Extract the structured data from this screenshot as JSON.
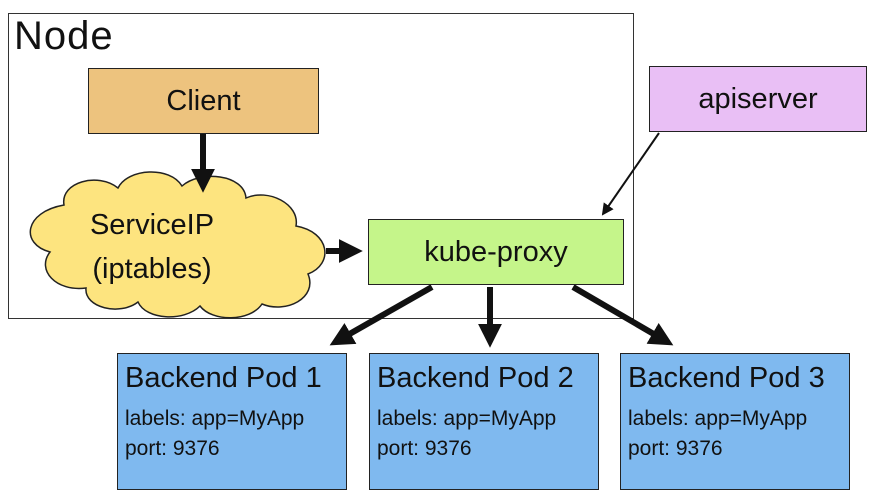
{
  "node": {
    "title": "Node"
  },
  "client": {
    "label": "Client"
  },
  "service_ip": {
    "line1": "ServiceIP",
    "line2": "(iptables)"
  },
  "kube_proxy": {
    "label": "kube-proxy"
  },
  "apiserver": {
    "label": "apiserver"
  },
  "pods": [
    {
      "title": "Backend Pod 1",
      "labels": "labels: app=MyApp",
      "port": "port: 9376"
    },
    {
      "title": "Backend Pod 2",
      "labels": "labels: app=MyApp",
      "port": "port: 9376"
    },
    {
      "title": "Backend Pod 3",
      "labels": "labels: app=MyApp",
      "port": "port: 9376"
    }
  ],
  "colors": {
    "client": "#edc37e",
    "service_ip_cloud": "#fde47f",
    "kube_proxy": "#c5f58a",
    "apiserver": "#e9bff5",
    "pod": "#7fb9ef",
    "arrow": "#111111"
  }
}
